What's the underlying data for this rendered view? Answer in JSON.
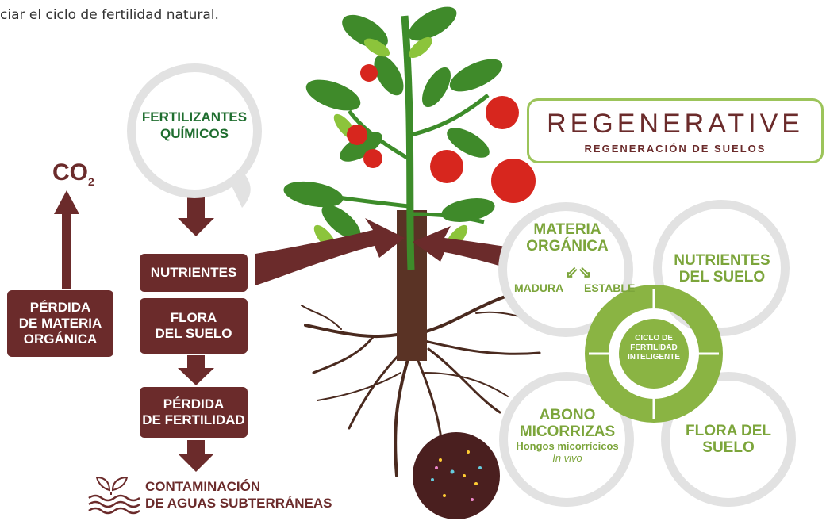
{
  "intro_text": "ciar el ciclo de fertilidad natural.",
  "fertilizantes": {
    "line1": "FERTILIZANTES",
    "line2": "QUÍMICOS"
  },
  "co2": {
    "main": "CO",
    "sub": "2"
  },
  "perdida_materia": {
    "line1": "PÉRDIDA",
    "line2": "DE MATERIA",
    "line3": "ORGÁNICA"
  },
  "nutrientes_box": "NUTRIENTES",
  "flora_box": {
    "line1": "FLORA",
    "line2": "DEL SUELO"
  },
  "perdida_fertilidad": {
    "line1": "PÉRDIDA",
    "line2": "DE FERTILIDAD"
  },
  "contaminacion": {
    "line1": "CONTAMINACIÓN",
    "line2": "DE AGUAS SUBTERRÁNEAS"
  },
  "brand": {
    "name": "REGENERATIVE",
    "tagline": "REGENERACIÓN DE SUELOS"
  },
  "materia_organica": {
    "line1": "MATERIA",
    "line2": "ORGÁNICA",
    "left": "MADURA",
    "right": "ESTABLE"
  },
  "nutrientes_suelo": {
    "line1": "NUTRIENTES",
    "line2": "DEL SUELO"
  },
  "abono": {
    "line1": "ABONO",
    "line2": "MICORRIZAS",
    "line3": "Hongos micorrícicos",
    "line4": "In vivo"
  },
  "flora_del_suelo": {
    "line1": "FLORA DEL",
    "line2": "SUELO"
  },
  "ciclo": {
    "line1": "CICLO DE",
    "line2": "FERTILIDAD",
    "line3": "INTELIGENTE"
  },
  "colors": {
    "brown": "#6b2b2b",
    "green": "#7ca53b",
    "dark_green": "#1f6e2f",
    "grey": "#e2e2e2"
  },
  "icons": [
    "water-waves-icon",
    "sprout-icon",
    "tomato-plant-illustration"
  ]
}
